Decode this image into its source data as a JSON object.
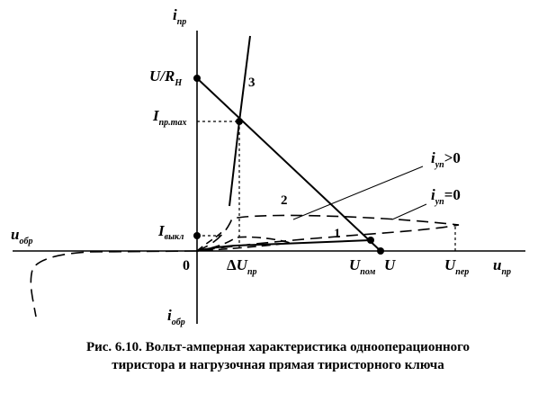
{
  "axes": {
    "y_top": {
      "main": "i",
      "sub": "пр"
    },
    "y_bottom": {
      "main": "i",
      "sub": "обр"
    },
    "x_right": {
      "main": "u",
      "sub": "пр"
    },
    "x_left": {
      "main": "u",
      "sub": "обр"
    },
    "origin": "0"
  },
  "labels": {
    "u_over_r": {
      "main": "U/R",
      "sub": "Н"
    },
    "i_max": {
      "main": "I",
      "sub": "пр.max"
    },
    "i_off": {
      "main": "I",
      "sub": "выкл"
    },
    "delta_u": {
      "prefix": "Δ",
      "main": "U",
      "sub": "пр"
    },
    "u_nom": {
      "main": "U",
      "sub": "пом"
    },
    "u": "U",
    "u_per": {
      "main": "U",
      "sub": "пер"
    },
    "i_up_pos": {
      "main": "i",
      "sub": "уп",
      "suffix": ">0"
    },
    "i_up_zero": {
      "main": "i",
      "sub": "уп",
      "suffix": "=0"
    }
  },
  "curve_numbers": {
    "c1": "1",
    "c2": "2",
    "c3": "3"
  },
  "caption": {
    "line1": "Рис. 6.10. Вольт-амперная характеристика однооперационного",
    "line2": "тиристора и нагрузочная прямая тиристорного ключа"
  },
  "colors": {
    "ink": "#000000",
    "background": "#ffffff"
  }
}
